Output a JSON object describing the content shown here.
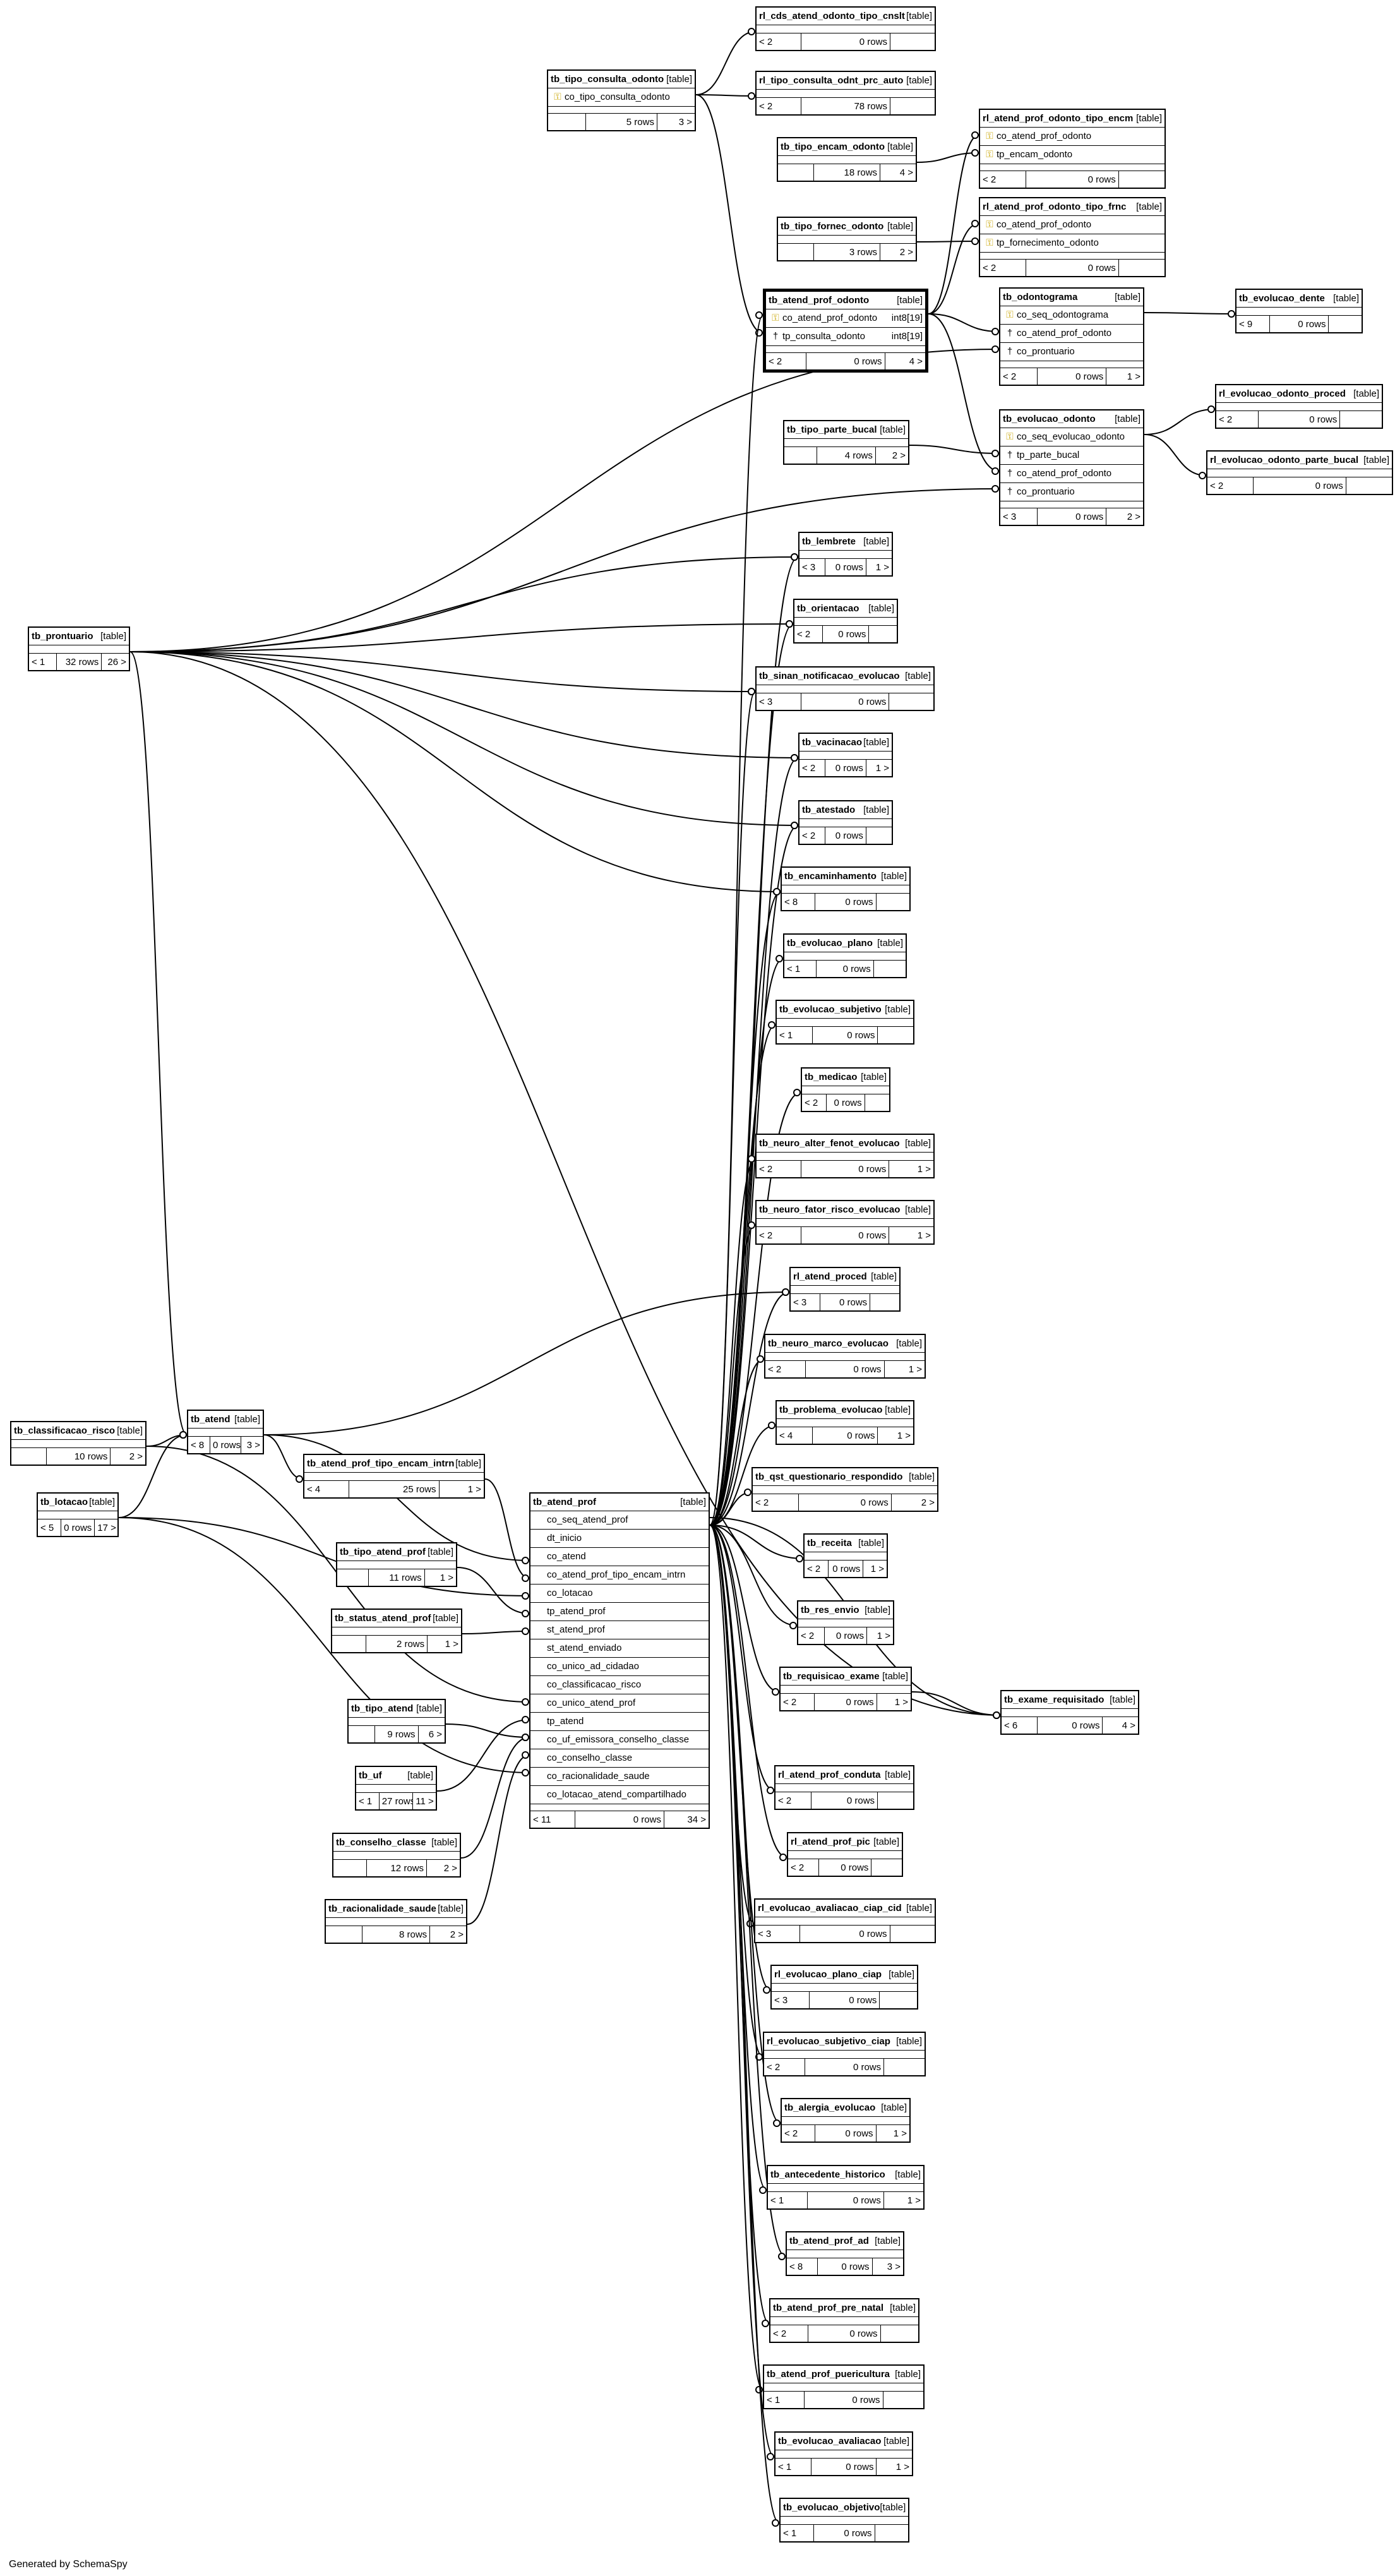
{
  "footer": "Generated by SchemaSpy",
  "tables": [
    {
      "name": "rl_cds_atend_odonto_tipo_cnslt",
      "tag": "[table]",
      "cols": [],
      "parents": "< 2",
      "rows": "0 rows",
      "children": ""
    },
    {
      "name": "tb_tipo_consulta_odonto",
      "tag": "[table]",
      "cols": [
        {
          "key": "pk",
          "name": "co_tipo_consulta_odonto",
          "type": ""
        }
      ],
      "parents": "",
      "rows": "5 rows",
      "children": "3 >"
    },
    {
      "name": "rl_tipo_consulta_odnt_prc_auto",
      "tag": "[table]",
      "cols": [],
      "parents": "< 2",
      "rows": "78 rows",
      "children": ""
    },
    {
      "name": "rl_atend_prof_odonto_tipo_encm",
      "tag": "[table]",
      "cols": [
        {
          "key": "pk",
          "name": "co_atend_prof_odonto",
          "type": ""
        },
        {
          "key": "pk",
          "name": "tp_encam_odonto",
          "type": ""
        }
      ],
      "parents": "< 2",
      "rows": "0 rows",
      "children": ""
    },
    {
      "name": "tb_tipo_encam_odonto",
      "tag": "[table]",
      "cols": [],
      "parents": "",
      "rows": "18 rows",
      "children": "4 >"
    },
    {
      "name": "rl_atend_prof_odonto_tipo_frnc",
      "tag": "[table]",
      "cols": [
        {
          "key": "pk",
          "name": "co_atend_prof_odonto",
          "type": ""
        },
        {
          "key": "pk",
          "name": "tp_fornecimento_odonto",
          "type": ""
        }
      ],
      "parents": "< 2",
      "rows": "0 rows",
      "children": ""
    },
    {
      "name": "tb_tipo_fornec_odonto",
      "tag": "[table]",
      "cols": [],
      "parents": "",
      "rows": "3 rows",
      "children": "2 >"
    },
    {
      "name": "tb_atend_prof_odonto",
      "tag": "[table]",
      "cols": [
        {
          "key": "pk",
          "name": "co_atend_prof_odonto",
          "type": "int8[19]"
        },
        {
          "key": "fk",
          "name": "tp_consulta_odonto",
          "type": "int8[19]"
        }
      ],
      "parents": "< 2",
      "rows": "0 rows",
      "children": "4 >"
    },
    {
      "name": "tb_odontograma",
      "tag": "[table]",
      "cols": [
        {
          "key": "pk",
          "name": "co_seq_odontograma",
          "type": ""
        },
        {
          "key": "fk",
          "name": "co_atend_prof_odonto",
          "type": ""
        },
        {
          "key": "fk",
          "name": "co_prontuario",
          "type": ""
        }
      ],
      "parents": "< 2",
      "rows": "0 rows",
      "children": "1 >"
    },
    {
      "name": "tb_evolucao_dente",
      "tag": "[table]",
      "cols": [],
      "parents": "< 9",
      "rows": "0 rows",
      "children": ""
    },
    {
      "name": "tb_tipo_parte_bucal",
      "tag": "[table]",
      "cols": [],
      "parents": "",
      "rows": "4 rows",
      "children": "2 >"
    },
    {
      "name": "tb_evolucao_odonto",
      "tag": "[table]",
      "cols": [
        {
          "key": "pk",
          "name": "co_seq_evolucao_odonto",
          "type": ""
        },
        {
          "key": "fk",
          "name": "tp_parte_bucal",
          "type": ""
        },
        {
          "key": "fk",
          "name": "co_atend_prof_odonto",
          "type": ""
        },
        {
          "key": "fk",
          "name": "co_prontuario",
          "type": ""
        }
      ],
      "parents": "< 3",
      "rows": "0 rows",
      "children": "2 >"
    },
    {
      "name": "rl_evolucao_odonto_proced",
      "tag": "[table]",
      "cols": [],
      "parents": "< 2",
      "rows": "0 rows",
      "children": ""
    },
    {
      "name": "rl_evolucao_odonto_parte_bucal",
      "tag": "[table]",
      "cols": [],
      "parents": "< 2",
      "rows": "0 rows",
      "children": ""
    },
    {
      "name": "tb_prontuario",
      "tag": "[table]",
      "cols": [],
      "parents": "< 1",
      "rows": "32 rows",
      "children": "26 >"
    },
    {
      "name": "tb_lembrete",
      "tag": "[table]",
      "cols": [],
      "parents": "< 3",
      "rows": "0 rows",
      "children": "1 >"
    },
    {
      "name": "tb_orientacao",
      "tag": "[table]",
      "cols": [],
      "parents": "< 2",
      "rows": "0 rows",
      "children": ""
    },
    {
      "name": "tb_sinan_notificacao_evolucao",
      "tag": "[table]",
      "cols": [],
      "parents": "< 3",
      "rows": "0 rows",
      "children": ""
    },
    {
      "name": "tb_vacinacao",
      "tag": "[table]",
      "cols": [],
      "parents": "< 2",
      "rows": "0 rows",
      "children": "1 >"
    },
    {
      "name": "tb_atestado",
      "tag": "[table]",
      "cols": [],
      "parents": "< 2",
      "rows": "0 rows",
      "children": ""
    },
    {
      "name": "tb_encaminhamento",
      "tag": "[table]",
      "cols": [],
      "parents": "< 8",
      "rows": "0 rows",
      "children": ""
    },
    {
      "name": "tb_evolucao_plano",
      "tag": "[table]",
      "cols": [],
      "parents": "< 1",
      "rows": "0 rows",
      "children": ""
    },
    {
      "name": "tb_evolucao_subjetivo",
      "tag": "[table]",
      "cols": [],
      "parents": "< 1",
      "rows": "0 rows",
      "children": ""
    },
    {
      "name": "tb_medicao",
      "tag": "[table]",
      "cols": [],
      "parents": "< 2",
      "rows": "0 rows",
      "children": ""
    },
    {
      "name": "tb_neuro_alter_fenot_evolucao",
      "tag": "[table]",
      "cols": [],
      "parents": "< 2",
      "rows": "0 rows",
      "children": "1 >"
    },
    {
      "name": "tb_neuro_fator_risco_evolucao",
      "tag": "[table]",
      "cols": [],
      "parents": "< 2",
      "rows": "0 rows",
      "children": "1 >"
    },
    {
      "name": "rl_atend_proced",
      "tag": "[table]",
      "cols": [],
      "parents": "< 3",
      "rows": "0 rows",
      "children": ""
    },
    {
      "name": "tb_neuro_marco_evolucao",
      "tag": "[table]",
      "cols": [],
      "parents": "< 2",
      "rows": "0 rows",
      "children": "1 >"
    },
    {
      "name": "tb_problema_evolucao",
      "tag": "[table]",
      "cols": [],
      "parents": "< 4",
      "rows": "0 rows",
      "children": "1 >"
    },
    {
      "name": "tb_qst_questionario_respondido",
      "tag": "[table]",
      "cols": [],
      "parents": "< 2",
      "rows": "0 rows",
      "children": "2 >"
    },
    {
      "name": "tb_receita",
      "tag": "[table]",
      "cols": [],
      "parents": "< 2",
      "rows": "0 rows",
      "children": "1 >"
    },
    {
      "name": "tb_res_envio",
      "tag": "[table]",
      "cols": [],
      "parents": "< 2",
      "rows": "0 rows",
      "children": "1 >"
    },
    {
      "name": "tb_requisicao_exame",
      "tag": "[table]",
      "cols": [],
      "parents": "< 2",
      "rows": "0 rows",
      "children": "1 >"
    },
    {
      "name": "tb_exame_requisitado",
      "tag": "[table]",
      "cols": [],
      "parents": "< 6",
      "rows": "0 rows",
      "children": "4 >"
    },
    {
      "name": "rl_atend_prof_conduta",
      "tag": "[table]",
      "cols": [],
      "parents": "< 2",
      "rows": "0 rows",
      "children": ""
    },
    {
      "name": "rl_atend_prof_pic",
      "tag": "[table]",
      "cols": [],
      "parents": "< 2",
      "rows": "0 rows",
      "children": ""
    },
    {
      "name": "rl_evolucao_avaliacao_ciap_cid",
      "tag": "[table]",
      "cols": [],
      "parents": "< 3",
      "rows": "0 rows",
      "children": ""
    },
    {
      "name": "rl_evolucao_plano_ciap",
      "tag": "[table]",
      "cols": [],
      "parents": "< 3",
      "rows": "0 rows",
      "children": ""
    },
    {
      "name": "rl_evolucao_subjetivo_ciap",
      "tag": "[table]",
      "cols": [],
      "parents": "< 2",
      "rows": "0 rows",
      "children": ""
    },
    {
      "name": "tb_alergia_evolucao",
      "tag": "[table]",
      "cols": [],
      "parents": "< 2",
      "rows": "0 rows",
      "children": "1 >"
    },
    {
      "name": "tb_antecedente_historico",
      "tag": "[table]",
      "cols": [],
      "parents": "< 1",
      "rows": "0 rows",
      "children": "1 >"
    },
    {
      "name": "tb_atend_prof_ad",
      "tag": "[table]",
      "cols": [],
      "parents": "< 8",
      "rows": "0 rows",
      "children": "3 >"
    },
    {
      "name": "tb_atend_prof_pre_natal",
      "tag": "[table]",
      "cols": [],
      "parents": "< 2",
      "rows": "0 rows",
      "children": ""
    },
    {
      "name": "tb_atend_prof_puericultura",
      "tag": "[table]",
      "cols": [],
      "parents": "< 1",
      "rows": "0 rows",
      "children": ""
    },
    {
      "name": "tb_evolucao_avaliacao",
      "tag": "[table]",
      "cols": [],
      "parents": "< 1",
      "rows": "0 rows",
      "children": "1 >"
    },
    {
      "name": "tb_evolucao_objetivo",
      "tag": "[table]",
      "cols": [],
      "parents": "< 1",
      "rows": "0 rows",
      "children": ""
    },
    {
      "name": "tb_classificacao_risco",
      "tag": "[table]",
      "cols": [],
      "parents": "",
      "rows": "10 rows",
      "children": "2 >"
    },
    {
      "name": "tb_atend",
      "tag": "[table]",
      "cols": [],
      "parents": "< 8",
      "rows": "0 rows",
      "children": "3 >"
    },
    {
      "name": "tb_atend_prof_tipo_encam_intrn",
      "tag": "[table]",
      "cols": [],
      "parents": "< 4",
      "rows": "25 rows",
      "children": "1 >"
    },
    {
      "name": "tb_lotacao",
      "tag": "[table]",
      "cols": [],
      "parents": "< 5",
      "rows": "0 rows",
      "children": "17 >"
    },
    {
      "name": "tb_tipo_atend_prof",
      "tag": "[table]",
      "cols": [],
      "parents": "",
      "rows": "11 rows",
      "children": "1 >"
    },
    {
      "name": "tb_status_atend_prof",
      "tag": "[table]",
      "cols": [],
      "parents": "",
      "rows": "2 rows",
      "children": "1 >"
    },
    {
      "name": "tb_tipo_atend",
      "tag": "[table]",
      "cols": [],
      "parents": "",
      "rows": "9 rows",
      "children": "6 >"
    },
    {
      "name": "tb_uf",
      "tag": "[table]",
      "cols": [],
      "parents": "< 1",
      "rows": "27 rows",
      "children": "11 >"
    },
    {
      "name": "tb_conselho_classe",
      "tag": "[table]",
      "cols": [],
      "parents": "",
      "rows": "12 rows",
      "children": "2 >"
    },
    {
      "name": "tb_racionalidade_saude",
      "tag": "[table]",
      "cols": [],
      "parents": "",
      "rows": "8 rows",
      "children": "2 >"
    },
    {
      "name": "tb_atend_prof",
      "tag": "[table]",
      "cols": [
        {
          "key": "",
          "name": "co_seq_atend_prof",
          "type": ""
        },
        {
          "key": "",
          "name": "dt_inicio",
          "type": ""
        },
        {
          "key": "",
          "name": "co_atend",
          "type": ""
        },
        {
          "key": "",
          "name": "co_atend_prof_tipo_encam_intrn",
          "type": ""
        },
        {
          "key": "",
          "name": "co_lotacao",
          "type": ""
        },
        {
          "key": "",
          "name": "tp_atend_prof",
          "type": ""
        },
        {
          "key": "",
          "name": "st_atend_prof",
          "type": ""
        },
        {
          "key": "",
          "name": "st_atend_enviado",
          "type": ""
        },
        {
          "key": "",
          "name": "co_unico_ad_cidadao",
          "type": ""
        },
        {
          "key": "",
          "name": "co_classificacao_risco",
          "type": ""
        },
        {
          "key": "",
          "name": "co_unico_atend_prof",
          "type": ""
        },
        {
          "key": "",
          "name": "tp_atend",
          "type": ""
        },
        {
          "key": "",
          "name": "co_uf_emissora_conselho_classe",
          "type": ""
        },
        {
          "key": "",
          "name": "co_conselho_classe",
          "type": ""
        },
        {
          "key": "",
          "name": "co_racionalidade_saude",
          "type": ""
        },
        {
          "key": "",
          "name": "co_lotacao_atend_compartilhado",
          "type": ""
        }
      ],
      "parents": "< 11",
      "rows": "0 rows",
      "children": "34 >"
    }
  ]
}
